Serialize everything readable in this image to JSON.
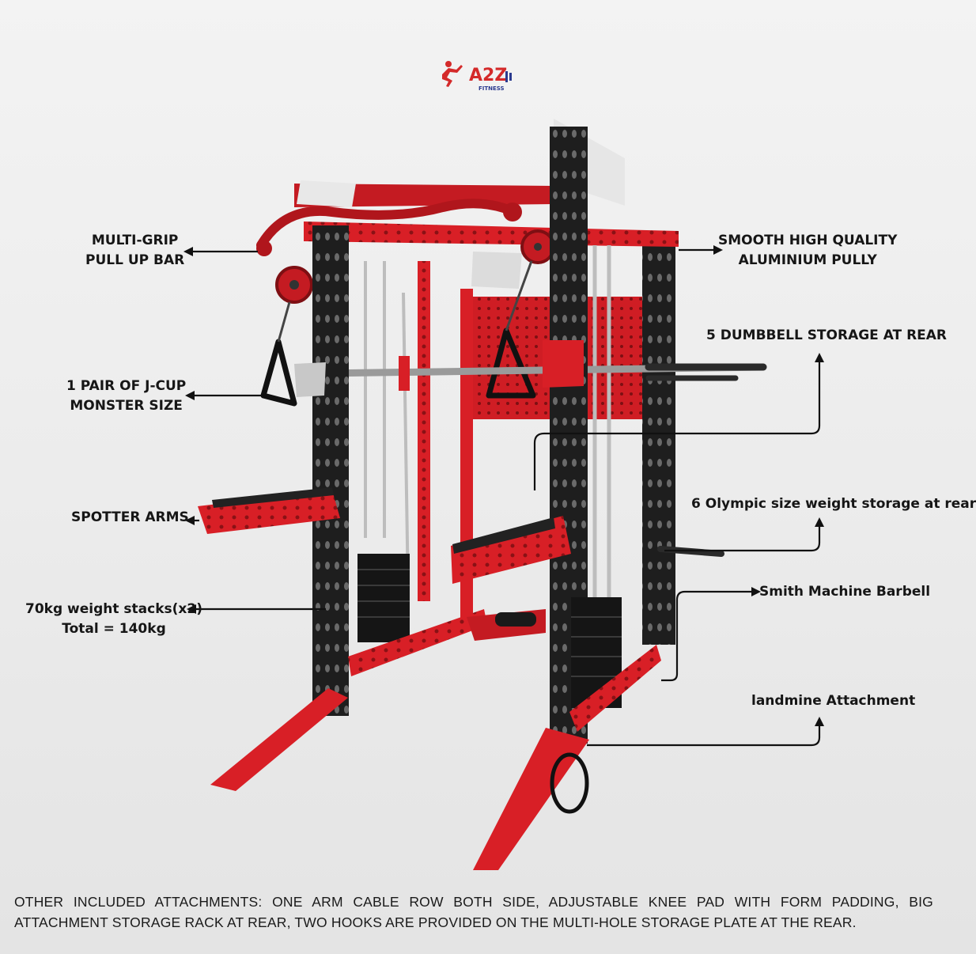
{
  "logo": {
    "brand_text": "A2Z",
    "sub_text": "FITNESS",
    "colors": {
      "red": "#d42a2a",
      "blue": "#2b3a8f"
    }
  },
  "callouts": {
    "pull_up_bar": [
      "MULTI-GRIP",
      "PULL UP BAR"
    ],
    "j_cup": [
      "1 PAIR OF J-CUP",
      "MONSTER SIZE"
    ],
    "spotter_arms": "SPOTTER ARMS",
    "weight_stacks": [
      "70kg weight stacks(x2)",
      "Total = 140kg"
    ],
    "pulley": [
      "SMOOTH HIGH QUALITY",
      "ALUMINIUM PULLY"
    ],
    "dumbbell_storage": "5 DUMBBELL STORAGE AT REAR",
    "olympic_storage": "6 Olympic size weight storage at rear",
    "smith_barbell": "Smith Machine Barbell",
    "landmine": "landmine Attachment"
  },
  "footer_text": "OTHER INCLUDED ATTACHMENTS: ONE ARM CABLE ROW BOTH SIDE, ADJUSTABLE KNEE PAD WITH FORM PADDING, BIG ATTACHMENT STORAGE RACK AT REAR, TWO HOOKS ARE PROVIDED ON THE MULTI-HOLE STORAGE PLATE AT THE REAR.",
  "colors": {
    "frame_red": "#d81f26",
    "upright_black": "#1e1e1e",
    "background": "#ececec",
    "text": "#161616"
  }
}
